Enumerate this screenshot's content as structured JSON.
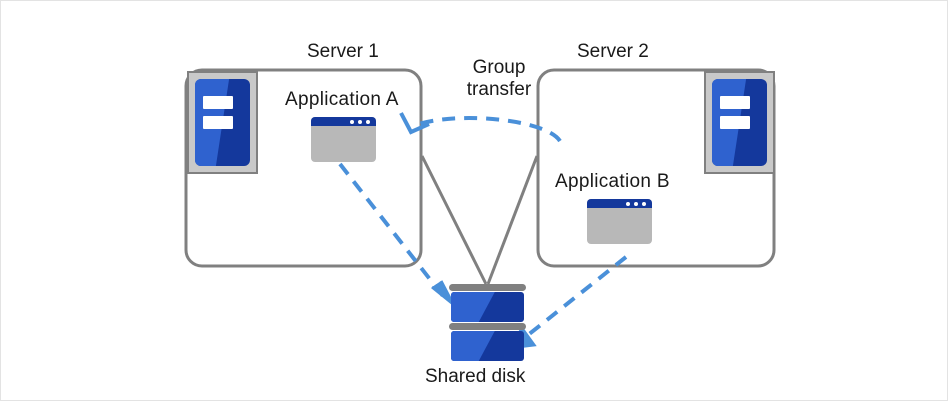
{
  "diagram": {
    "title": "Group transfer between servers sharing a disk",
    "colors": {
      "box_stroke": "#808080",
      "arrow_blue": "#4a90d9",
      "icon_blue_dark": "#14389c",
      "icon_blue_light": "#2f62cf",
      "app_body_gray": "#b8b8b8",
      "text": "#1a1a1a",
      "canvas_border": "#e3e3e3"
    },
    "servers": [
      {
        "id": "server-1",
        "label": "Server 1",
        "app_label": "Application  A"
      },
      {
        "id": "server-2",
        "label": "Server 2",
        "app_label": "Application  B"
      }
    ],
    "annotations": {
      "group_transfer_line1": "Group",
      "group_transfer_line2": "transfer"
    },
    "storage": {
      "label": "Shared disk"
    },
    "icons": {
      "server_chassis": "server-icon",
      "application_window": "app-window-icon",
      "disk_stack": "disk-stack-icon",
      "group_transfer_arrow": "curved-dashed-arrow-icon",
      "app_a_to_disk_arrow": "dashed-arrow-icon",
      "app_b_to_disk_arrow": "dashed-arrow-icon"
    }
  }
}
